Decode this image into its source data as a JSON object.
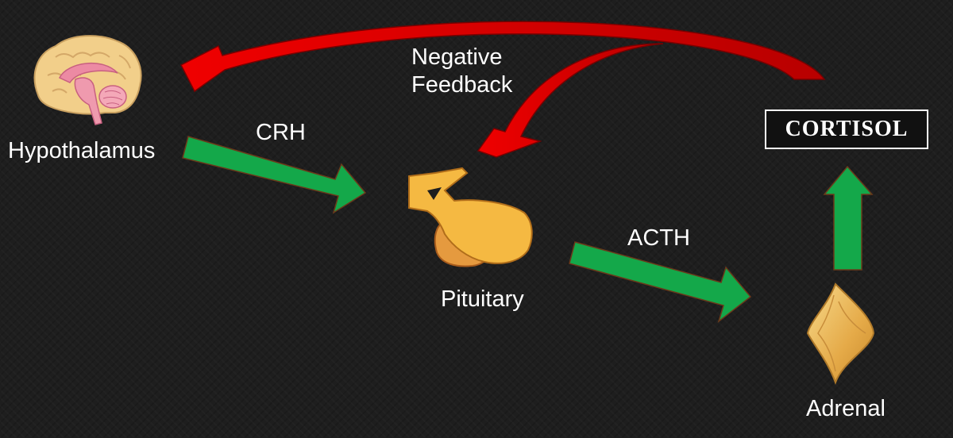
{
  "nodes": {
    "hypothalamus": {
      "label": "Hypothalamus"
    },
    "pituitary": {
      "label": "Pituitary"
    },
    "adrenal": {
      "label": "Adrenal"
    },
    "cortisol": {
      "label": "CORTISOL"
    }
  },
  "edges": {
    "crh": {
      "label": "CRH"
    },
    "acth": {
      "label": "ACTH"
    },
    "negative_feedback": {
      "line1": "Negative",
      "line2": "Feedback"
    }
  },
  "colors": {
    "stimulus_arrow": "#14a84a",
    "feedback_arrow": "#e01010",
    "brain": "#f2cf8a",
    "brain_inner": "#ec8aa3",
    "pituitary_front": "#f5b942",
    "pituitary_back": "#e59a3f",
    "adrenal": "#e9b454"
  },
  "icons": {
    "hypothalamus": "brain-icon",
    "pituitary": "pituitary-gland-icon",
    "adrenal": "adrenal-gland-icon"
  }
}
